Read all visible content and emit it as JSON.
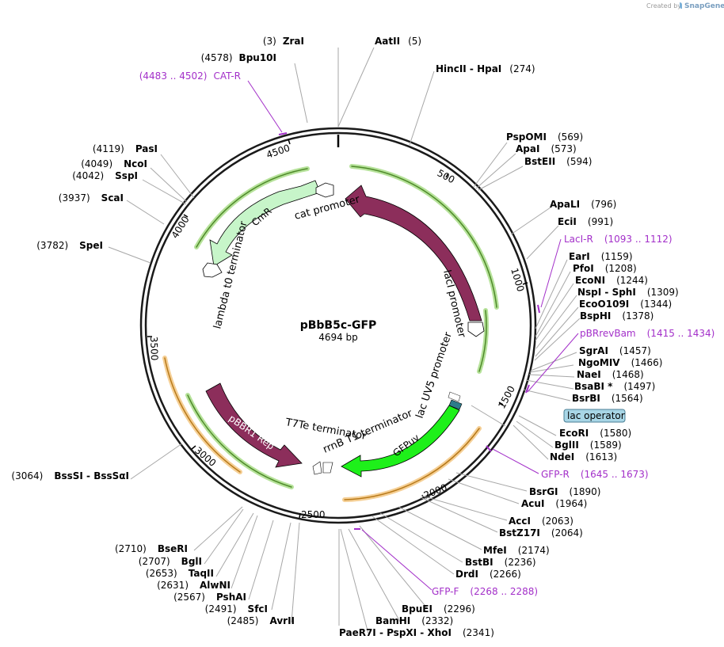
{
  "header": {
    "created_by": "Created by",
    "brand": "SnapGene"
  },
  "plasmid": {
    "name": "pBbB5c-GFP",
    "length": "4694 bp"
  },
  "ticks": [
    "500",
    "1000",
    "1500",
    "2000",
    "2500",
    "3000",
    "3500",
    "4000",
    "4500"
  ],
  "features": {
    "cmr": "CmR",
    "cat_promoter": "cat promoter",
    "laci": "lacI",
    "laci_promoter": "lacI promoter",
    "lambda_t0": "lambda t0 terminator",
    "lacuv5": "lac UV5 promoter",
    "gfpuv": "GFPuv",
    "rrnb": "rrnB T1 terminator",
    "t7te": "T7Te terminator",
    "pbbr1": "pBBR1 Rep",
    "lac_operator": "lac operator"
  },
  "sites": [
    {
      "num": "(3)",
      "name": "ZraI"
    },
    {
      "num": "(5)",
      "name": "AatII"
    },
    {
      "num": "(274)",
      "name": "HincII  -  HpaI"
    },
    {
      "num": "(4578)",
      "name": "Bpu10I"
    },
    {
      "num": "(569)",
      "name": "PspOMI"
    },
    {
      "num": "(573)",
      "name": "ApaI"
    },
    {
      "num": "(594)",
      "name": "BstEII"
    },
    {
      "num": "(796)",
      "name": "ApaLI"
    },
    {
      "num": "(991)",
      "name": "EciI"
    },
    {
      "num": "(1159)",
      "name": "EarI"
    },
    {
      "num": "(1208)",
      "name": "PfoI"
    },
    {
      "num": "(1244)",
      "name": "EcoNI"
    },
    {
      "num": "(1309)",
      "name": "NspI  -  SphI"
    },
    {
      "num": "(1344)",
      "name": "EcoO109I"
    },
    {
      "num": "(1378)",
      "name": "BspHI"
    },
    {
      "num": "(1457)",
      "name": "SgrAI"
    },
    {
      "num": "(1466)",
      "name": "NgoMIV"
    },
    {
      "num": "(1468)",
      "name": "NaeI"
    },
    {
      "num": "(1497)",
      "name": "BsaBI *"
    },
    {
      "num": "(1564)",
      "name": "BsrBI"
    },
    {
      "num": "(1580)",
      "name": "EcoRI"
    },
    {
      "num": "(1589)",
      "name": "BglII"
    },
    {
      "num": "(1613)",
      "name": "NdeI"
    },
    {
      "num": "(1890)",
      "name": "BsrGI"
    },
    {
      "num": "(1964)",
      "name": "AcuI"
    },
    {
      "num": "(2063)",
      "name": "AccI"
    },
    {
      "num": "(2064)",
      "name": "BstZ17I"
    },
    {
      "num": "(2174)",
      "name": "MfeI"
    },
    {
      "num": "(2236)",
      "name": "BstBI"
    },
    {
      "num": "(2266)",
      "name": "DrdI"
    },
    {
      "num": "(2296)",
      "name": "BpuEI"
    },
    {
      "num": "(2332)",
      "name": "BamHI"
    },
    {
      "num": "(2341)",
      "name": "PaeR7I  -  PspXI  -  XhoI"
    },
    {
      "num": "(4119)",
      "name": "PasI"
    },
    {
      "num": "(4049)",
      "name": "NcoI"
    },
    {
      "num": "(4042)",
      "name": "SspI"
    },
    {
      "num": "(3937)",
      "name": "ScaI"
    },
    {
      "num": "(3782)",
      "name": "SpeI"
    },
    {
      "num": "(3064)",
      "name": "BssSI  -  BssSαI"
    },
    {
      "num": "(2710)",
      "name": "BseRI"
    },
    {
      "num": "(2707)",
      "name": "BglI"
    },
    {
      "num": "(2653)",
      "name": "TaqII"
    },
    {
      "num": "(2631)",
      "name": "AlwNI"
    },
    {
      "num": "(2567)",
      "name": "PshAI"
    },
    {
      "num": "(2491)",
      "name": "SfcI"
    },
    {
      "num": "(2485)",
      "name": "AvrII"
    }
  ],
  "primers": [
    {
      "range": "(4483 .. 4502)",
      "name": "CAT-R"
    },
    {
      "name": "LacI-R",
      "range": "(1093 .. 1112)"
    },
    {
      "name": "pBRrevBam",
      "range": "(1415 .. 1434)"
    },
    {
      "name": "GFP-R",
      "range": "(1645 .. 1673)"
    },
    {
      "name": "GFP-F",
      "range": "(2268 .. 2288)"
    }
  ],
  "colors": {
    "backbone": "#1a1a1a",
    "cmr": "#c7f5c9",
    "laci": "#8c2e5b",
    "gfpuv": "#1ef01a",
    "pbbr1": "#8c2e5b",
    "green_band": "#7ac142",
    "orange_band": "#f0a742",
    "primer": "#a330c9",
    "leader": "#a7a7a7"
  }
}
